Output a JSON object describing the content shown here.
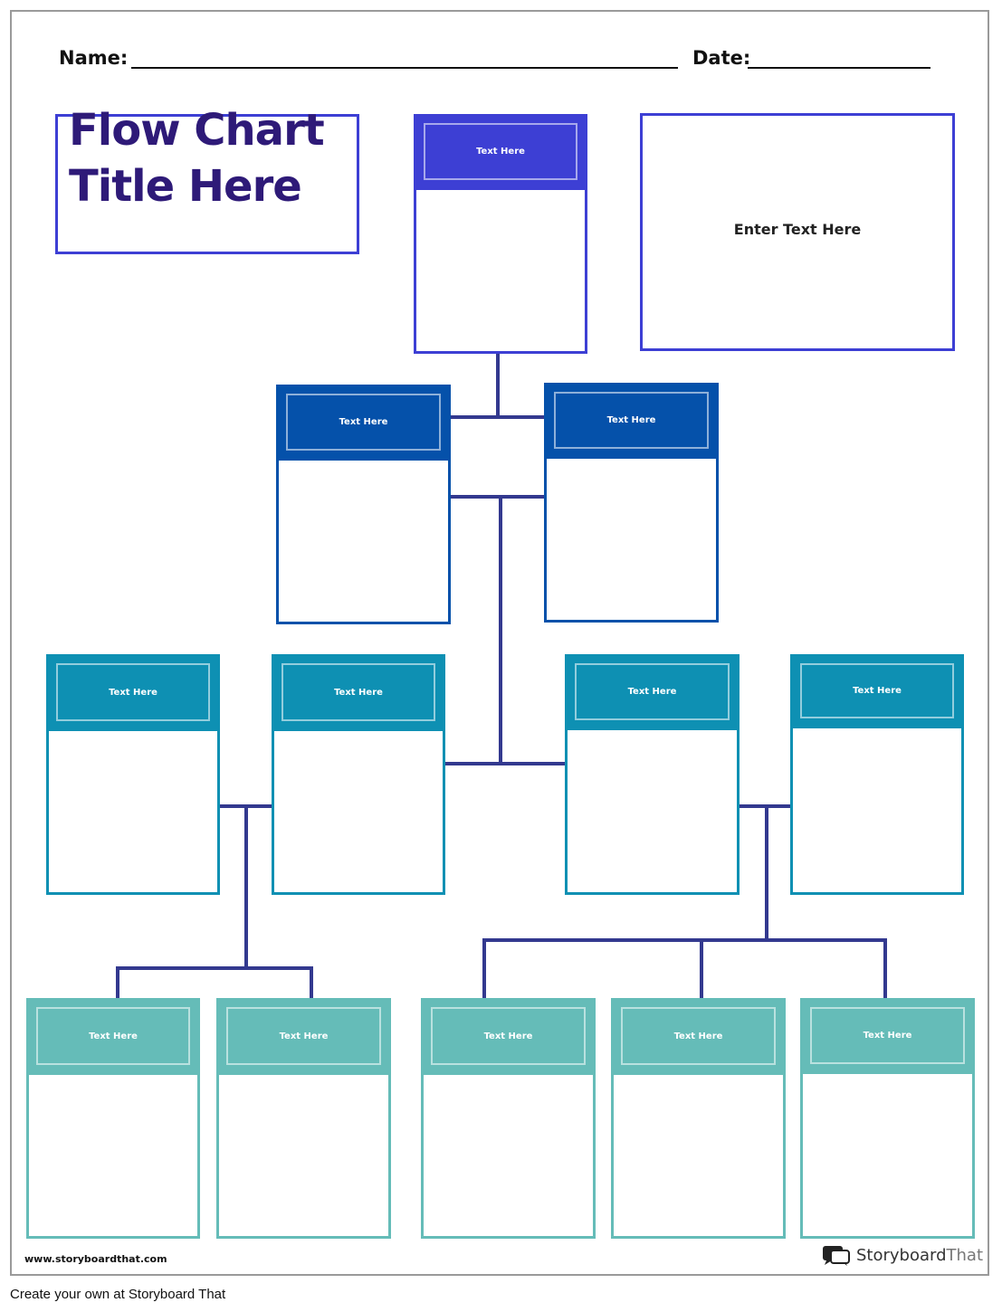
{
  "header": {
    "name_label": "Name:",
    "date_label": "Date:"
  },
  "title": "Flow Chart Title Here",
  "side_box_text": "Enter Text Here",
  "colors": {
    "level1": "#3d3fd4",
    "level2": "#0551aa",
    "level3": "#0e90b3",
    "level4": "#65bcb8",
    "connector": "#33398f",
    "title_text": "#2e1a78"
  },
  "nodes": [
    {
      "id": "n1",
      "label": "Text Here",
      "level": 1
    },
    {
      "id": "n2a",
      "label": "Text Here",
      "level": 2
    },
    {
      "id": "n2b",
      "label": "Text Here",
      "level": 2
    },
    {
      "id": "n3a",
      "label": "Text Here",
      "level": 3
    },
    {
      "id": "n3b",
      "label": "Text Here",
      "level": 3
    },
    {
      "id": "n3c",
      "label": "Text Here",
      "level": 3
    },
    {
      "id": "n3d",
      "label": "Text Here",
      "level": 3
    },
    {
      "id": "n4a",
      "label": "Text Here",
      "level": 4
    },
    {
      "id": "n4b",
      "label": "Text Here",
      "level": 4
    },
    {
      "id": "n4c",
      "label": "Text Here",
      "level": 4
    },
    {
      "id": "n4d",
      "label": "Text Here",
      "level": 4
    },
    {
      "id": "n4e",
      "label": "Text Here",
      "level": 4
    }
  ],
  "edges": [
    {
      "from": "n1",
      "to": "n2a"
    },
    {
      "from": "n1",
      "to": "n2b"
    },
    {
      "from": "n2a",
      "to": "n3b"
    },
    {
      "from": "n2b",
      "to": "n3c"
    },
    {
      "from": "n3a",
      "to": "n4a"
    },
    {
      "from": "n3a",
      "to": "n4b"
    },
    {
      "from": "n3c",
      "to": "n4c"
    },
    {
      "from": "n3c",
      "to": "n4d"
    },
    {
      "from": "n3c",
      "to": "n4e"
    }
  ],
  "footer": {
    "url": "www.storyboardthat.com",
    "logo_part1": "Storyboard",
    "logo_part2": "That",
    "note": "Create your own at Storyboard That"
  }
}
